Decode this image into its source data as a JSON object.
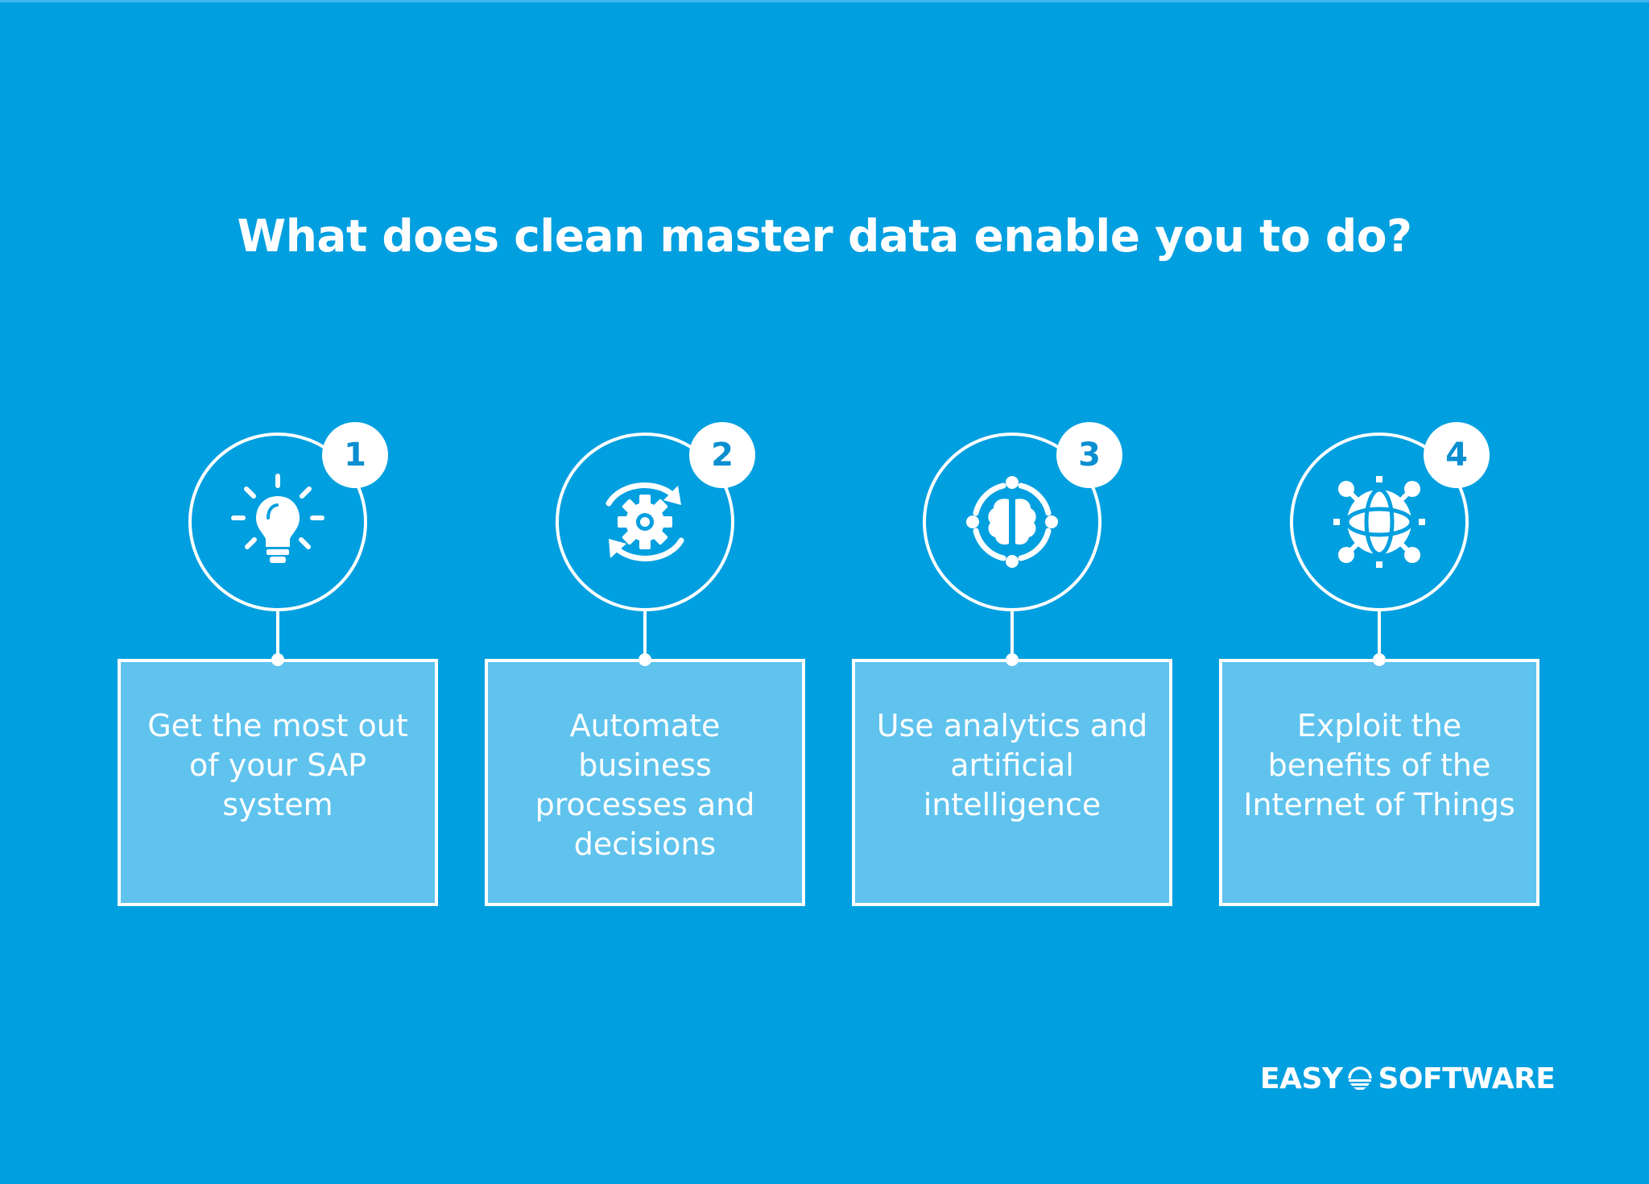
{
  "title": "What does clean master data enable you to do?",
  "steps": [
    {
      "number": "1",
      "icon": "lightbulb-icon",
      "text": "Get the most out of your SAP system"
    },
    {
      "number": "2",
      "icon": "gear-cycle-icon",
      "text": "Automate business processes and decisions"
    },
    {
      "number": "3",
      "icon": "brain-ai-icon",
      "text": "Use analytics and artificial intelligence"
    },
    {
      "number": "4",
      "icon": "globe-network-icon",
      "text": "Exploit the benefits of the Internet of Things"
    }
  ],
  "logo": {
    "left": "EASY",
    "right": "SOFTWARE"
  },
  "colors": {
    "background": "#009fe0",
    "box": "#5fc3ed",
    "badge_text": "#0a8fd0",
    "foreground": "#ffffff"
  }
}
